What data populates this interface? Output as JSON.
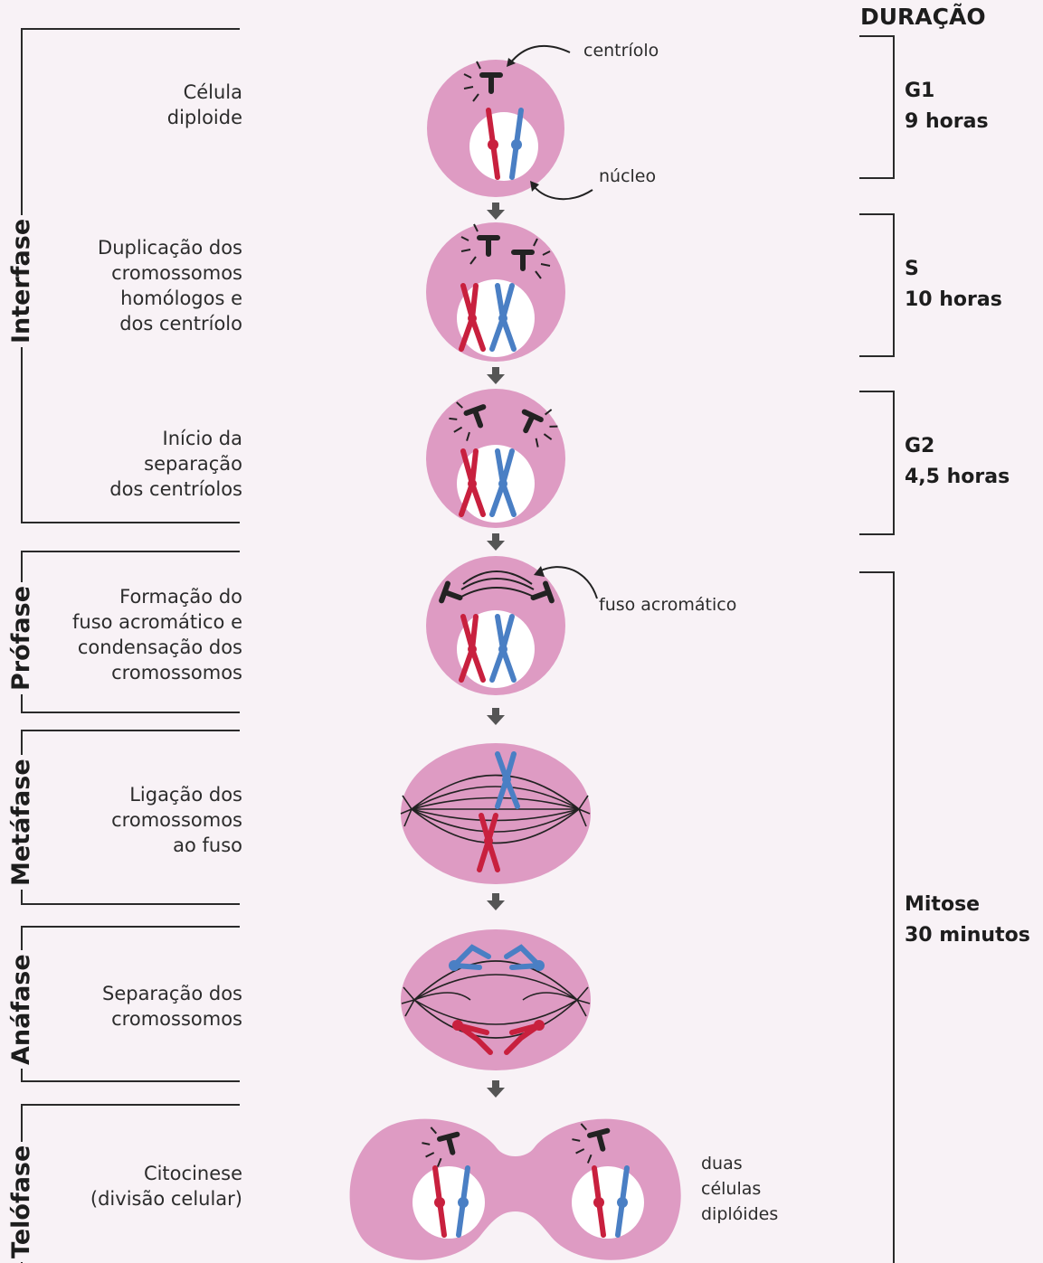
{
  "duration_header": "DURAÇÃO",
  "phases": [
    {
      "id": "interfase",
      "label": "Interfase"
    },
    {
      "id": "profase",
      "label": "Prófase"
    },
    {
      "id": "metafase",
      "label": "Metáfase"
    },
    {
      "id": "anafase",
      "label": "Anáfase"
    },
    {
      "id": "telofase",
      "label": "Telófase"
    }
  ],
  "stages": [
    {
      "id": "celula-diploide",
      "text": "Célula\ndiploide"
    },
    {
      "id": "duplicacao",
      "text": "Duplicação dos\ncromossomos\nhomólogos e\ndos centríolo"
    },
    {
      "id": "inicio-separacao",
      "text": "Início da\nseparação\ndos centríolos"
    },
    {
      "id": "formacao-fuso",
      "text": "Formação do\nfuso acromático e\ncondensação dos\ncromossomos"
    },
    {
      "id": "ligacao",
      "text": "Ligação dos\ncromossomos\nao fuso"
    },
    {
      "id": "separacao",
      "text": "Separação dos\ncromossomos"
    },
    {
      "id": "citocinese",
      "text": "Citocinese\n(divisão celular)"
    }
  ],
  "durations": [
    {
      "id": "g1",
      "text": "G1\n9 horas"
    },
    {
      "id": "s",
      "text": "S\n10 horas"
    },
    {
      "id": "g2",
      "text": "G2\n4,5 horas"
    },
    {
      "id": "mitose",
      "text": "Mitose\n30 minutos"
    }
  ],
  "annotations": {
    "centriolo": "centríolo",
    "nucleo": "núcleo",
    "fuso": "fuso acromático",
    "duas_celulas": "duas\ncélulas\ndiplóides"
  },
  "colors": {
    "cell": "#de9bc3",
    "cell_edge": "#d28db8",
    "chromosome_red": "#c8203e",
    "chromosome_blue": "#4a7fc4",
    "line": "#222222",
    "arrow": "#555555"
  }
}
